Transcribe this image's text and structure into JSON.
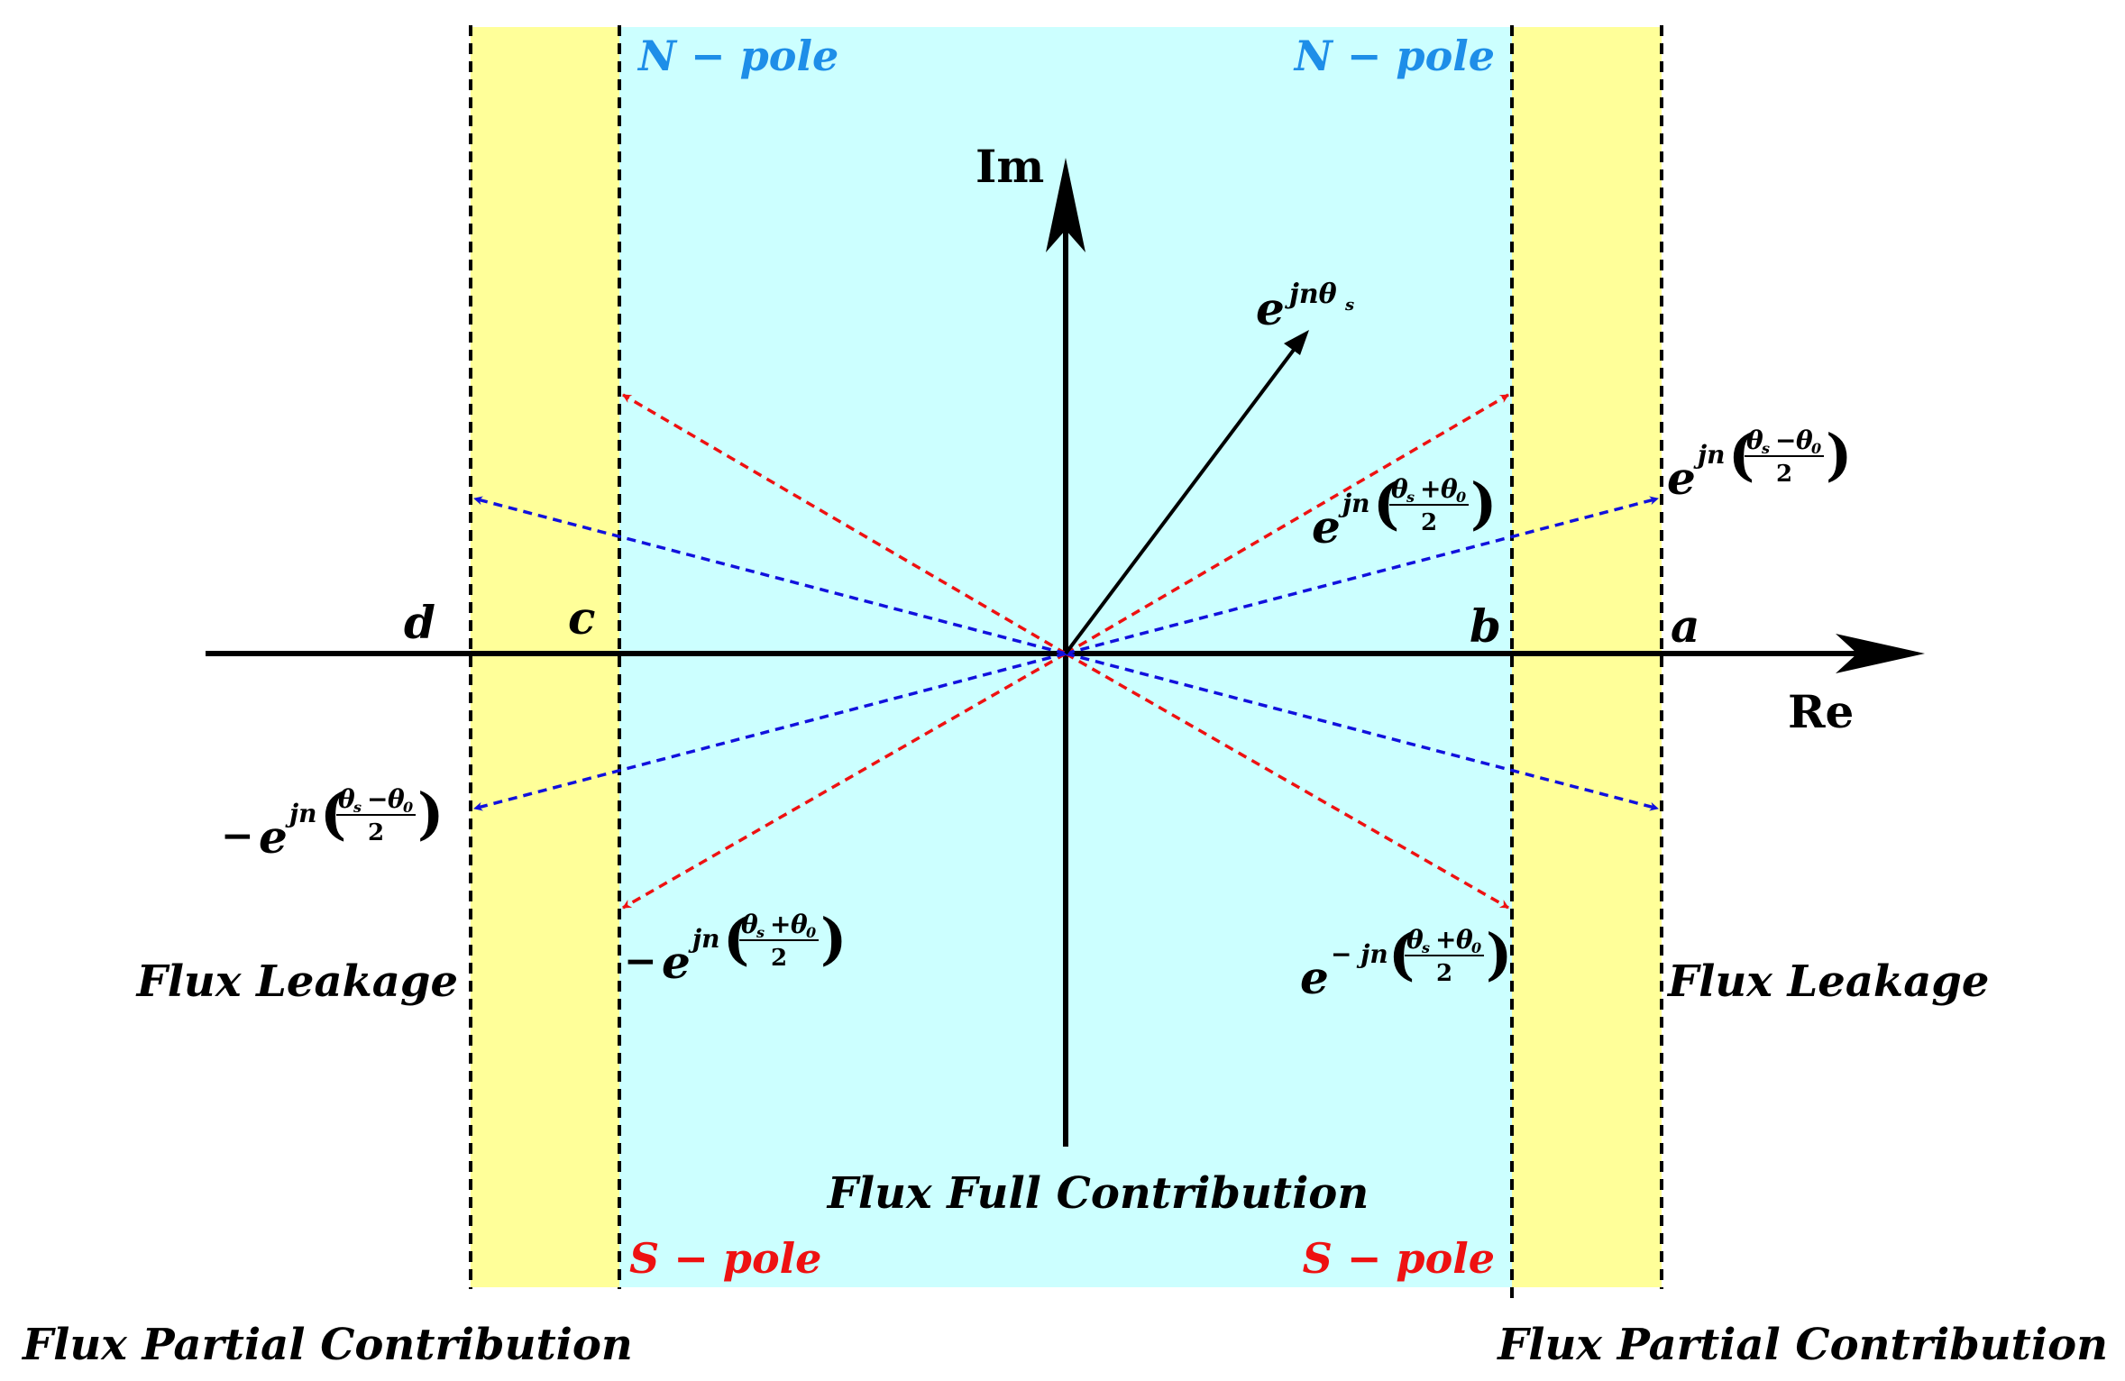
{
  "colors": {
    "leakage_region": "#ffff99",
    "full_region": "#ccffff",
    "n_pole": "#1e8ee8",
    "s_pole": "#ee1111",
    "red_vector": "#ee1111",
    "blue_vector": "#1111dd",
    "axis": "#000000"
  },
  "axes": {
    "real": "Re",
    "imag": "Im"
  },
  "points": {
    "a": "a",
    "b": "b",
    "c": "c",
    "d": "d"
  },
  "poles": {
    "n_left": "N − pole",
    "n_right": "N − pole",
    "s_left": "S − pole",
    "s_right": "S − pole"
  },
  "regions": {
    "leakage_left": "Flux Leakage",
    "leakage_right": "Flux Leakage",
    "full": "Flux Full Contribution",
    "partial_left": "Flux Partial Contribution",
    "partial_right": "Flux Partial Contribution"
  },
  "vectors": {
    "main": {
      "base": "e",
      "exp": "jnθ",
      "sub": "s"
    },
    "plus_sum": {
      "sign": "",
      "base": "e",
      "exp_prefix": "jn",
      "num_a": "θ",
      "num_a_sub": "s",
      "op": "+",
      "num_b": "θ",
      "num_b_sub": "0",
      "den": "2"
    },
    "plus_diff": {
      "sign": "",
      "base": "e",
      "exp_prefix": "jn",
      "num_a": "θ",
      "num_a_sub": "s",
      "op": "−",
      "num_b": "θ",
      "num_b_sub": "0",
      "den": "2"
    },
    "neg_diff": {
      "sign": "−",
      "base": "e",
      "exp_prefix": "jn",
      "num_a": "θ",
      "num_a_sub": "s",
      "op": "−",
      "num_b": "θ",
      "num_b_sub": "0",
      "den": "2"
    },
    "neg_sum": {
      "sign": "−",
      "base": "e",
      "exp_prefix": "jn",
      "num_a": "θ",
      "num_a_sub": "s",
      "op": "+",
      "num_b": "θ",
      "num_b_sub": "0",
      "den": "2"
    },
    "conj_sum": {
      "sign": "",
      "base": "e",
      "exp_prefix": "− jn",
      "num_a": "θ",
      "num_a_sub": "s",
      "op": "+",
      "num_b": "θ",
      "num_b_sub": "0",
      "den": "2"
    }
  }
}
